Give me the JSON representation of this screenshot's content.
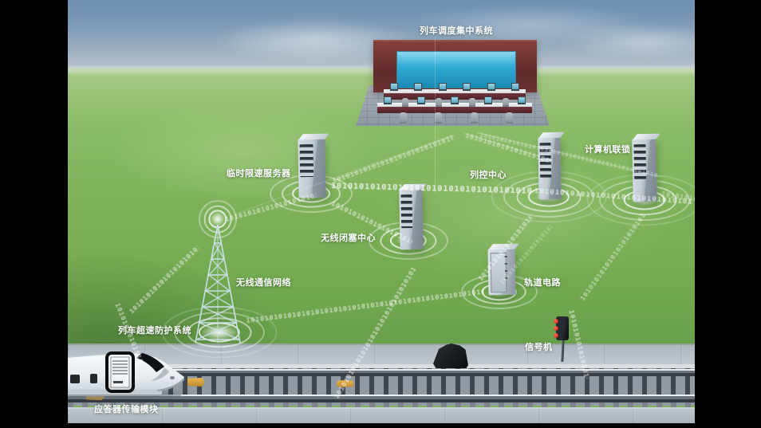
{
  "diagram": {
    "labels": {
      "dispatch_center": "列车调度集中系统",
      "tsr_server": "临时限速服务器",
      "train_control_center": "列控中心",
      "computer_interlocking": "计算机联锁",
      "radio_block_center": "无线闭塞中心",
      "wireless_network": "无线通信网络",
      "track_circuit": "轨道电路",
      "overspeed_protection": "列车超速防护系统",
      "signal_machine": "信号机",
      "balise_module": "应答器传输模块"
    },
    "binary_stream": "101010101010101010101010101010101010101010101010101010101010101010101010101010101010101010",
    "colors": {
      "sky_top": "#6e90b2",
      "grass_green": "#7cb058",
      "screen_blue": "#2fa9d2",
      "building_wall": "#5f2b29",
      "signal_red": "#d42b1f",
      "balise_yellow": "#dcab43",
      "label_white": "#ffffff"
    }
  }
}
